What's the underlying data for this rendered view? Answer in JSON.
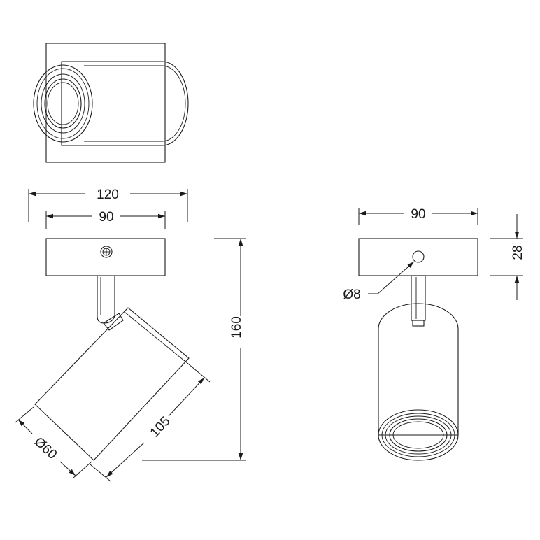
{
  "dimensions": {
    "overall_width": "120",
    "canopy_width_front": "90",
    "total_height": "160",
    "cylinder_length": "105",
    "cylinder_diameter": "Ø60",
    "canopy_width_side": "90",
    "canopy_depth": "28",
    "screw_diameter": "Ø8"
  },
  "colors": {
    "line": "#1a1a1a",
    "background": "#ffffff"
  }
}
